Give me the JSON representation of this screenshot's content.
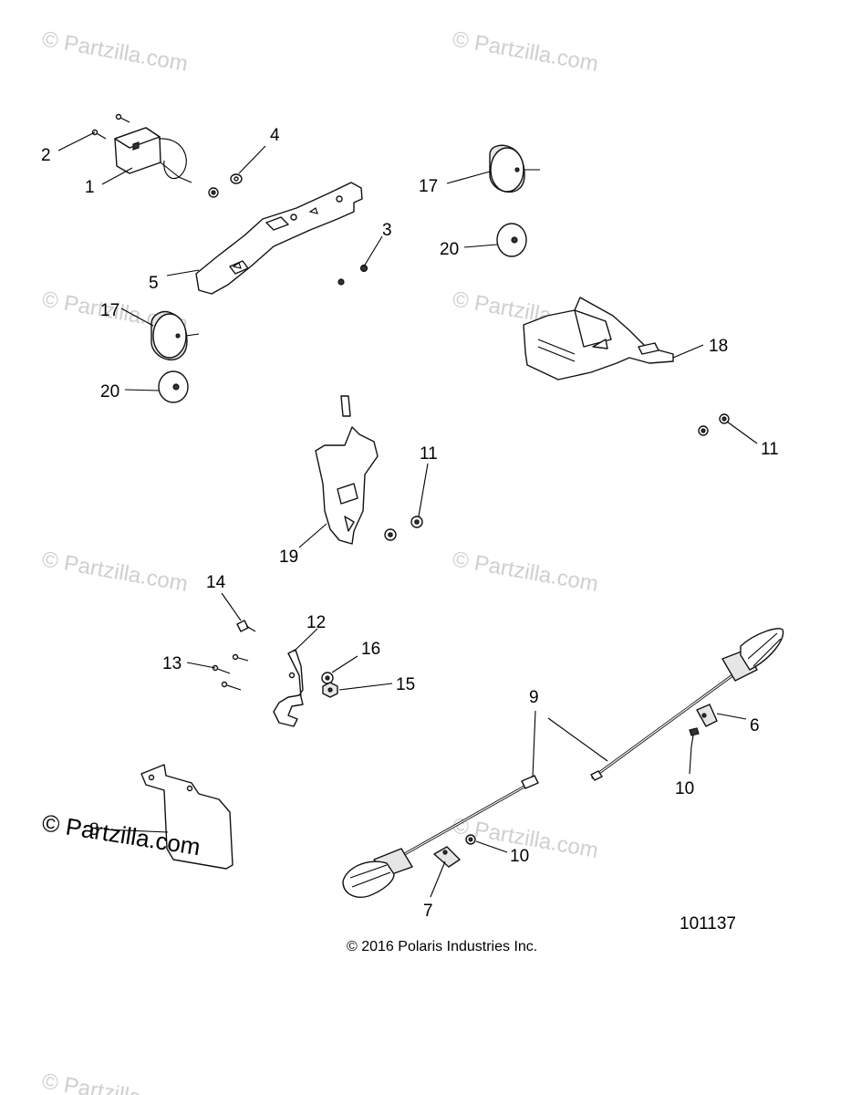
{
  "watermarks": {
    "faint": [
      "© Partzilla.com",
      "© Partzilla.com",
      "© Partzilla.com",
      "© Partzilla.com",
      "© Partzilla.com",
      "© Partzilla.com",
      "© Partzilla.com",
      "© Partzilla.com"
    ],
    "strong": "© Partzilla.com"
  },
  "callouts": [
    "1",
    "2",
    "3",
    "4",
    "5",
    "17",
    "20",
    "17",
    "20",
    "18",
    "11",
    "11",
    "19",
    "14",
    "12",
    "13",
    "16",
    "15",
    "9",
    "6",
    "10",
    "8",
    "10",
    "7"
  ],
  "reference_number": "101137",
  "copyright": "© 2016 Polaris Industries Inc."
}
